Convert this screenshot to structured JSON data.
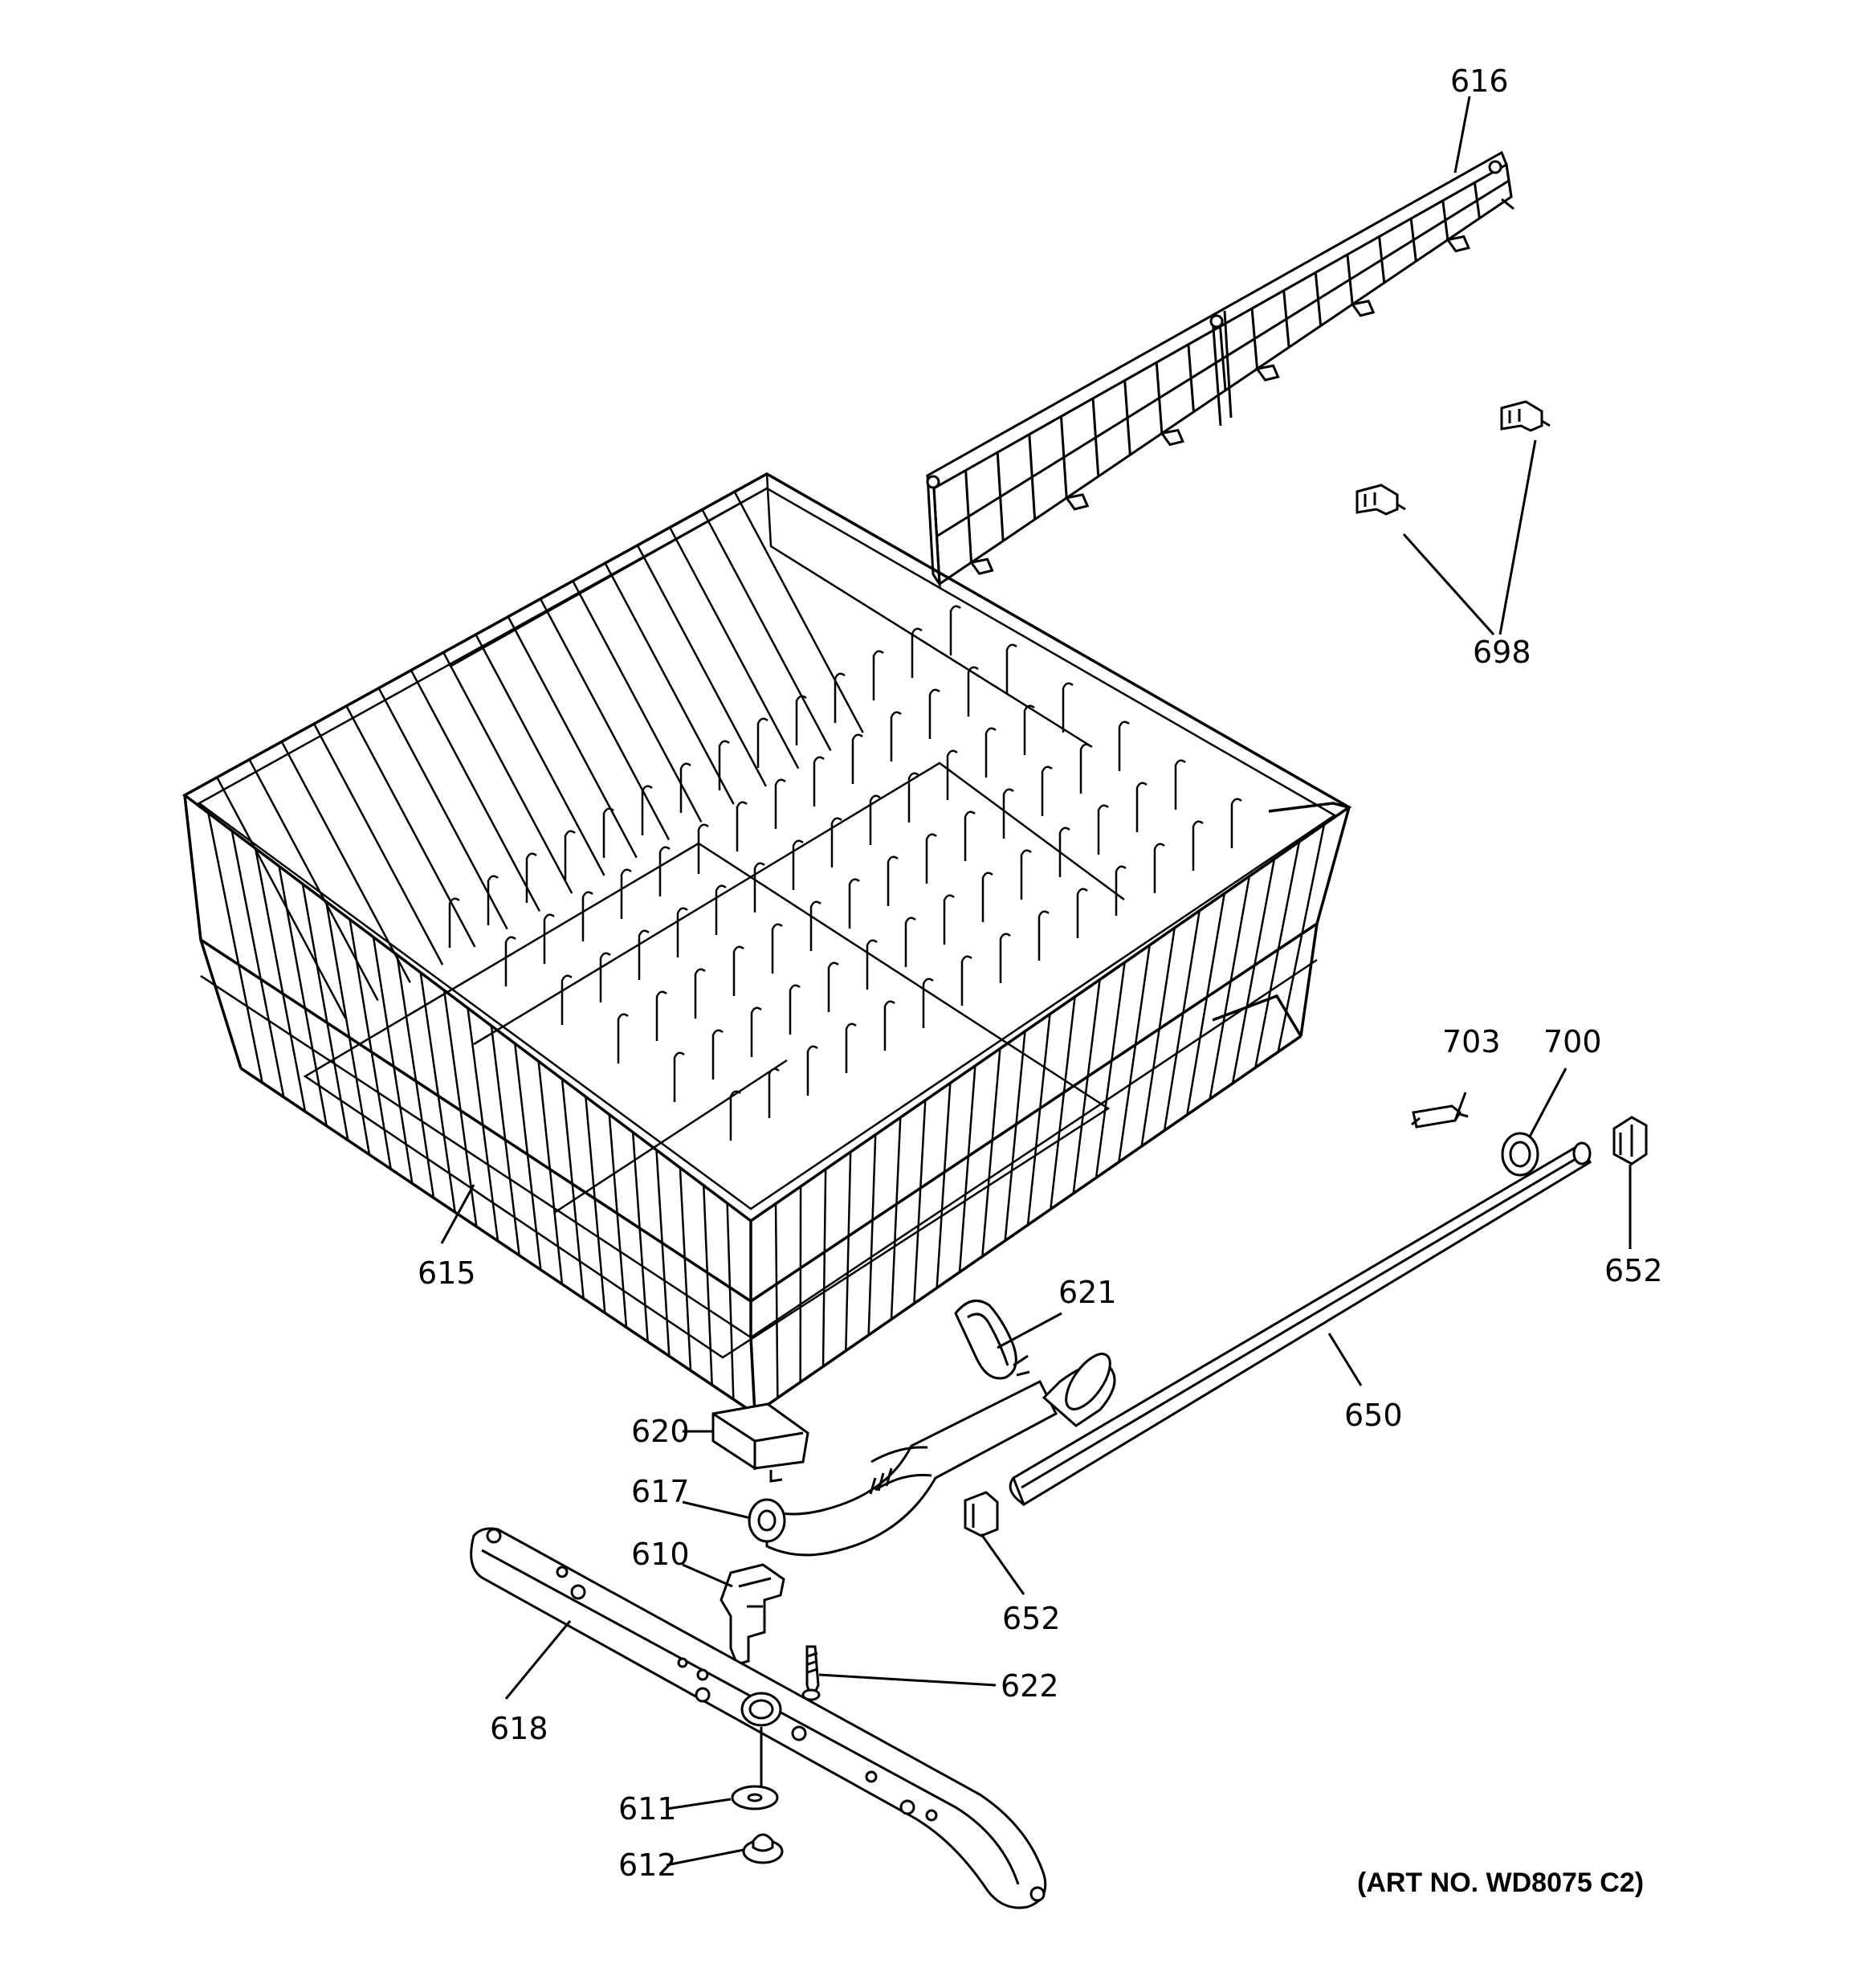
{
  "diagram": {
    "art_number": "(ART NO. WD8075 C2)",
    "callouts": {
      "c616": "616",
      "c698": "698",
      "c615": "615",
      "c703": "703",
      "c700": "700",
      "c652a": "652",
      "c621": "621",
      "c650": "650",
      "c620": "620",
      "c617": "617",
      "c610": "610",
      "c652b": "652",
      "c622": "622",
      "c618": "618",
      "c611": "611",
      "c612": "612"
    }
  }
}
